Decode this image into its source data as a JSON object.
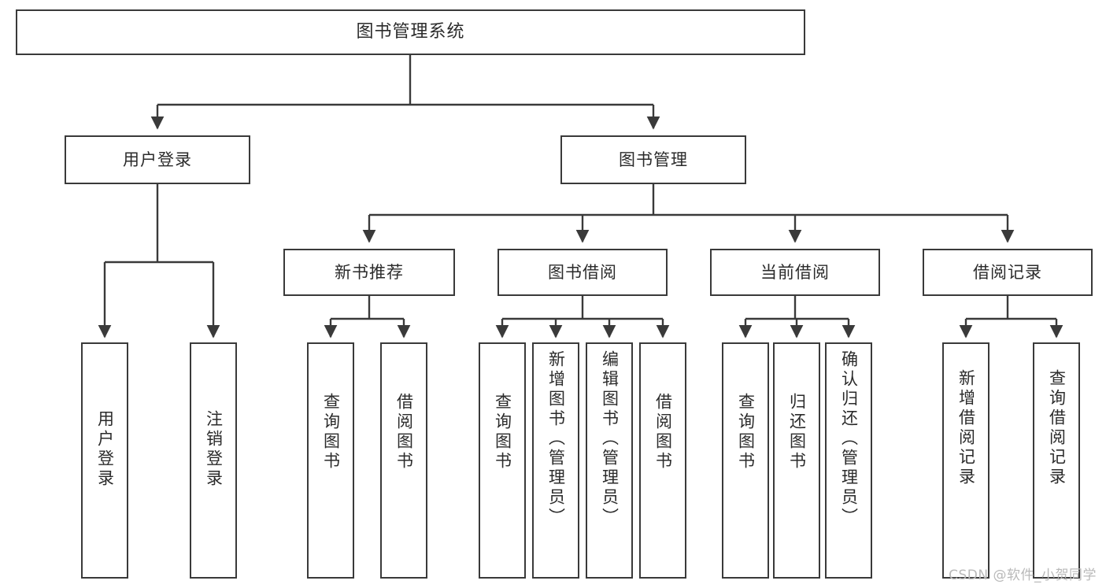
{
  "diagram": {
    "type": "tree",
    "title": "图书管理系统",
    "watermark": "CSDN @软件_小贺同学",
    "root": {
      "label": "图书管理系统"
    },
    "level2": {
      "user_login": {
        "label": "用户登录"
      },
      "book_manage": {
        "label": "图书管理"
      }
    },
    "level3": {
      "new_book_rec": {
        "label": "新书推荐"
      },
      "book_borrow": {
        "label": "图书借阅"
      },
      "current_borrow": {
        "label": "当前借阅"
      },
      "borrow_record": {
        "label": "借阅记录"
      }
    },
    "leaves": {
      "user_login": [
        {
          "label": "用户登录"
        },
        {
          "label": "注销登录"
        }
      ],
      "new_book_rec": [
        {
          "label": "查询图书"
        },
        {
          "label": "借阅图书"
        }
      ],
      "book_borrow": [
        {
          "label": "查询图书"
        },
        {
          "label": "新增图书（管理员）"
        },
        {
          "label": "编辑图书（管理员）"
        },
        {
          "label": "借阅图书"
        }
      ],
      "current_borrow": [
        {
          "label": "查询图书"
        },
        {
          "label": "归还图书"
        },
        {
          "label": "确认归还（管理员）"
        }
      ],
      "borrow_record": [
        {
          "label": "新增借阅记录"
        },
        {
          "label": "查询借阅记录"
        }
      ]
    },
    "colors": {
      "stroke": "#3a3a3a",
      "background": "#ffffff",
      "text": "#2b2b2b",
      "watermark": "#b9b9b9"
    }
  }
}
